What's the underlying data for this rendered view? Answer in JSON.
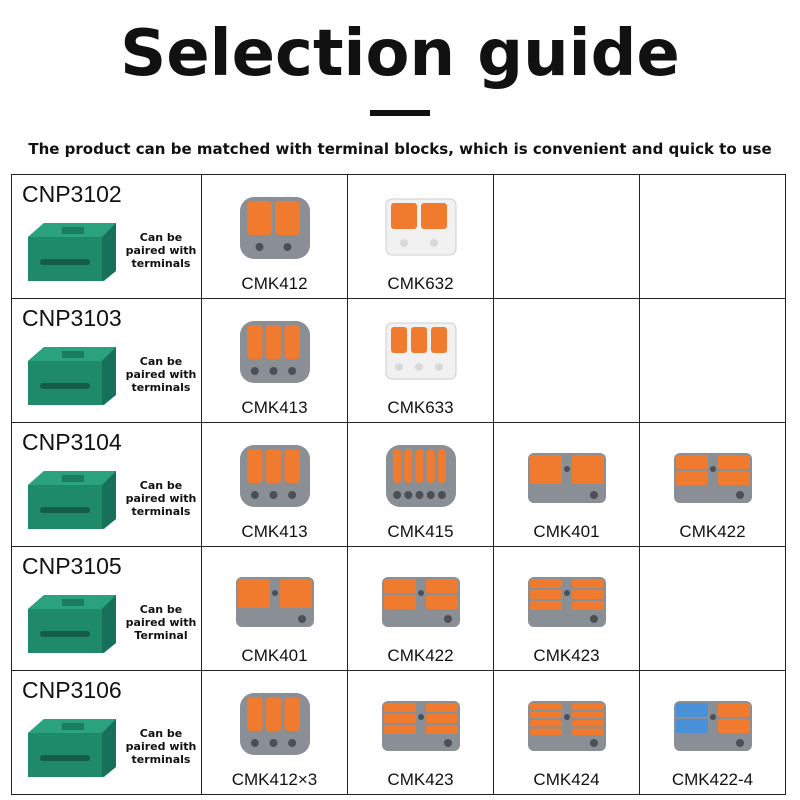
{
  "header": {
    "title": "Selection guide",
    "subtitle": "The product can be matched with terminal blocks, which is convenient and quick to use"
  },
  "colors": {
    "cover_green": "#1f8a6a",
    "connector_gray": "#8a8f96",
    "lever_orange": "#f07a2e",
    "lever_blue": "#4a90d9",
    "clear_body": "#f1f1f1"
  },
  "rows": [
    {
      "model": "CNP3102",
      "pair_text": [
        "Can be",
        "paired with",
        "terminals"
      ],
      "items": [
        {
          "label": "CMK412",
          "style": "lever",
          "levers": 2
        },
        {
          "label": "CMK632",
          "style": "clear",
          "levers": 2
        },
        {
          "label": "",
          "style": "empty",
          "levers": 0
        },
        {
          "label": "",
          "style": "empty",
          "levers": 0
        }
      ]
    },
    {
      "model": "CNP3103",
      "pair_text": [
        "Can be",
        "paired with",
        "terminals"
      ],
      "items": [
        {
          "label": "CMK413",
          "style": "lever",
          "levers": 3
        },
        {
          "label": "CMK633",
          "style": "clear",
          "levers": 3
        },
        {
          "label": "",
          "style": "empty",
          "levers": 0
        },
        {
          "label": "",
          "style": "empty",
          "levers": 0
        }
      ]
    },
    {
      "model": "CNP3104",
      "pair_text": [
        "Can be",
        "paired with",
        "terminals"
      ],
      "items": [
        {
          "label": "CMK413",
          "style": "lever",
          "levers": 3
        },
        {
          "label": "CMK415",
          "style": "lever",
          "levers": 5
        },
        {
          "label": "CMK401",
          "style": "splice",
          "levers": 2
        },
        {
          "label": "CMK422",
          "style": "splice",
          "levers": 4
        }
      ]
    },
    {
      "model": "CNP3105",
      "pair_text": [
        "Can be",
        "paired with",
        "Terminal"
      ],
      "items": [
        {
          "label": "CMK401",
          "style": "splice",
          "levers": 2
        },
        {
          "label": "CMK422",
          "style": "splice",
          "levers": 4
        },
        {
          "label": "CMK423",
          "style": "splice",
          "levers": 6
        },
        {
          "label": "",
          "style": "empty",
          "levers": 0
        }
      ]
    },
    {
      "model": "CNP3106",
      "pair_text": [
        "Can be",
        "paired with",
        "terminals"
      ],
      "items": [
        {
          "label": "CMK412×3",
          "style": "lever",
          "levers": 3
        },
        {
          "label": "CMK423",
          "style": "splice",
          "levers": 6
        },
        {
          "label": "CMK424",
          "style": "splice",
          "levers": 8
        },
        {
          "label": "CMK422-4",
          "style": "splice-blue",
          "levers": 4
        }
      ]
    }
  ]
}
